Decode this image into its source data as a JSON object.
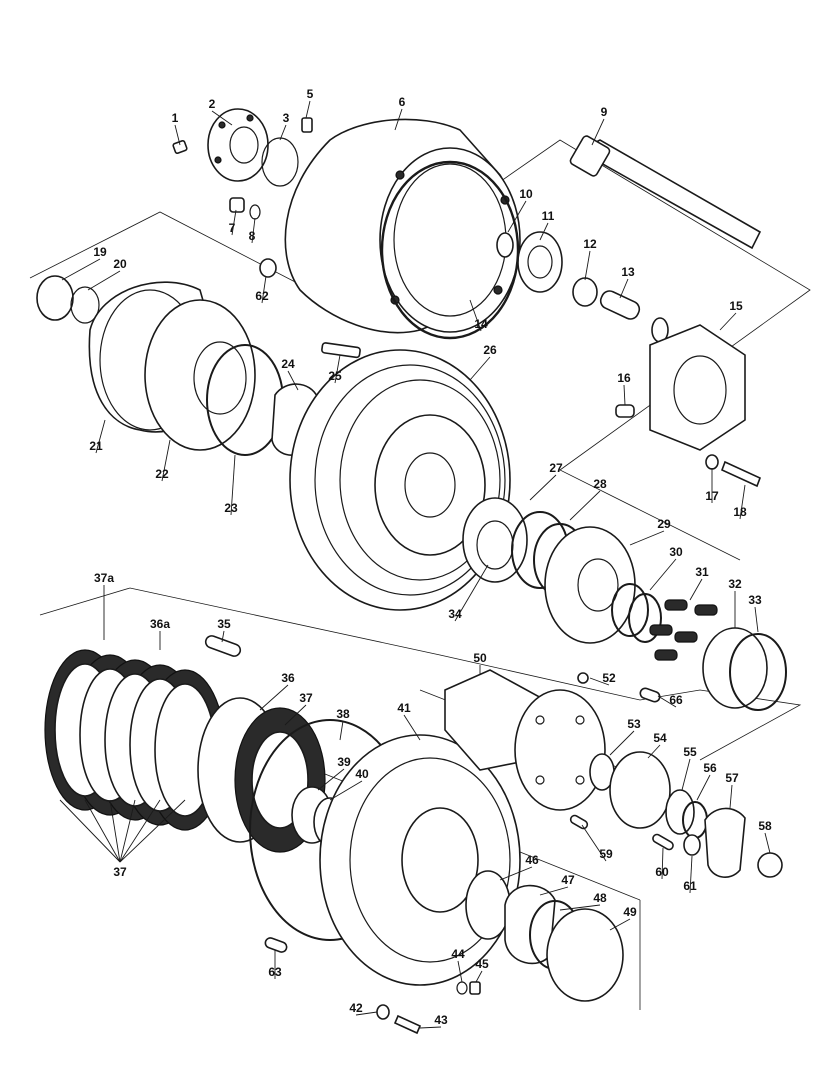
{
  "diagram": {
    "labels": [
      "1",
      "2",
      "3",
      "5",
      "6",
      "7",
      "8",
      "9",
      "10",
      "11",
      "12",
      "13",
      "14",
      "15",
      "16",
      "17",
      "18",
      "19",
      "20",
      "21",
      "22",
      "23",
      "24",
      "25",
      "26",
      "27",
      "28",
      "29",
      "30",
      "31",
      "32",
      "33",
      "34",
      "35",
      "36",
      "36a",
      "37",
      "37a",
      "38",
      "39",
      "40",
      "41",
      "42",
      "43",
      "44",
      "45",
      "46",
      "47",
      "48",
      "49",
      "50",
      "52",
      "53",
      "54",
      "55",
      "56",
      "57",
      "58",
      "59",
      "60",
      "61",
      "62",
      "63",
      "66"
    ]
  }
}
